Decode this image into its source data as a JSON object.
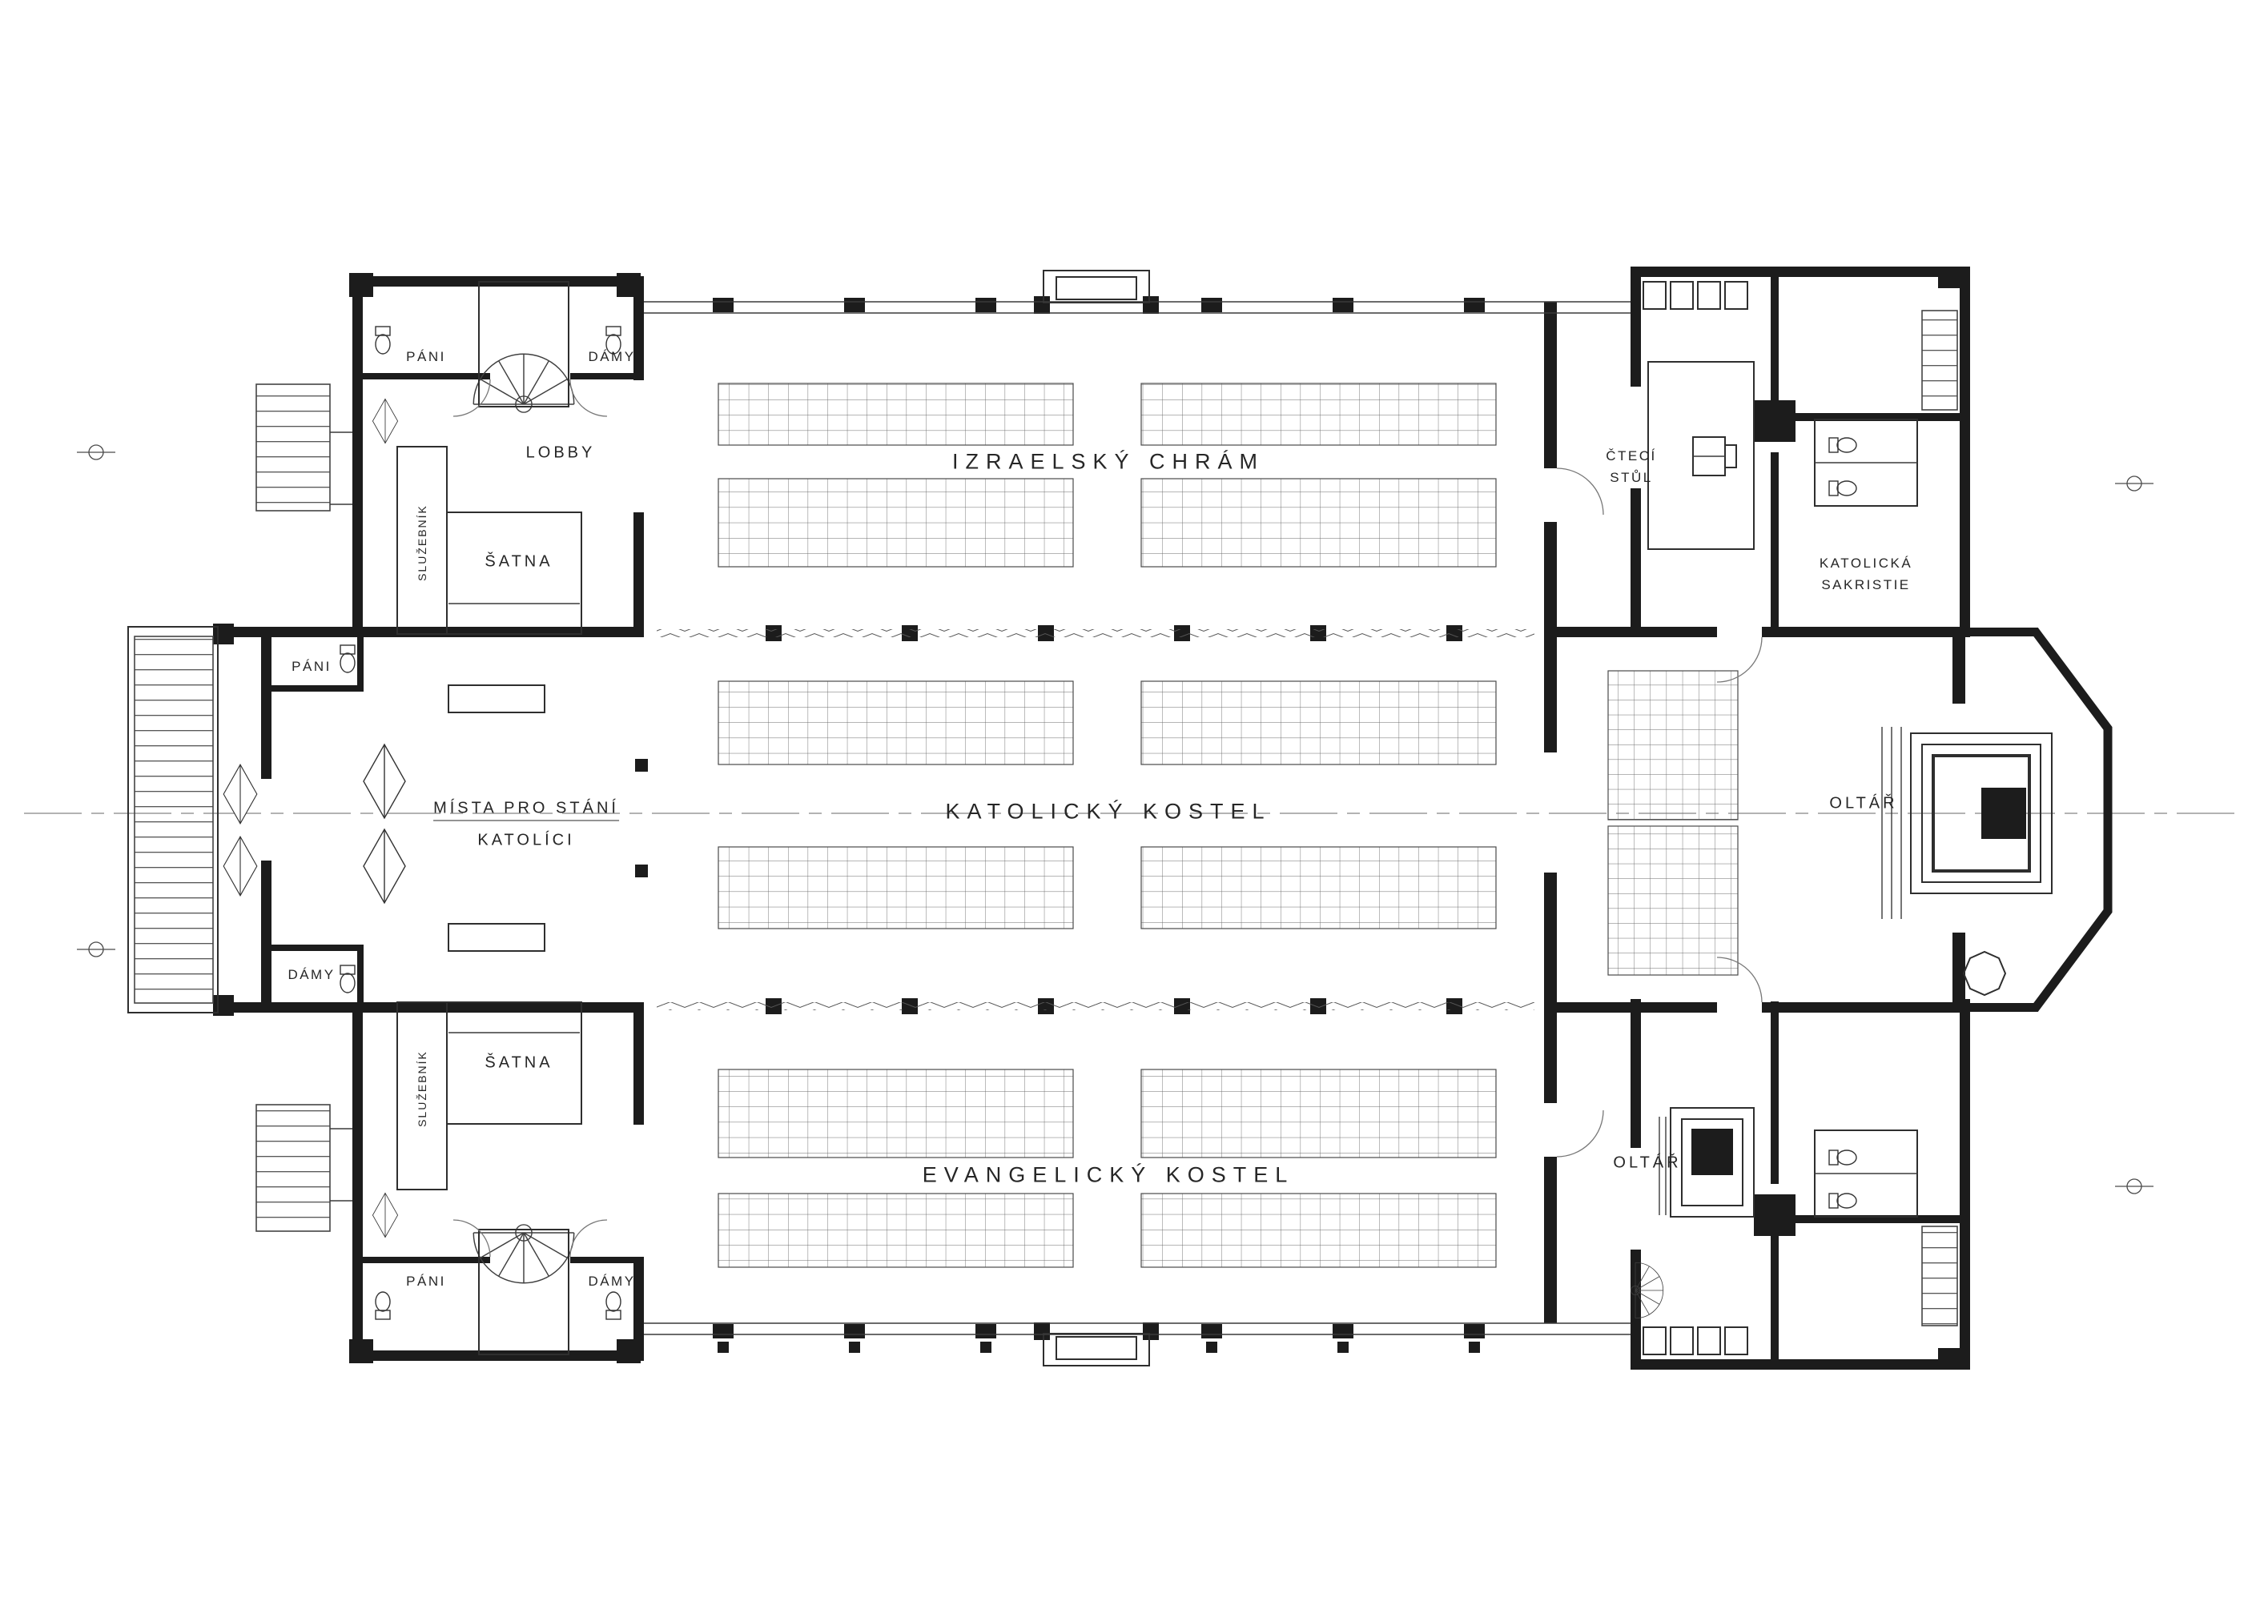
{
  "halls": {
    "izraelsky": "IZRAELSKÝ CHRÁM",
    "katolicky": "KATOLICKÝ KOSTEL",
    "evangelicky": "EVANGELICKÝ KOSTEL"
  },
  "west_wing": {
    "pani_top": "PÁNI",
    "damy_top": "DÁMY",
    "lobby": "LOBBY",
    "satna_top": "ŠATNA",
    "sluzebnik_top": "SLUŽEBNÍK",
    "pani_mid": "PÁNI",
    "mista_line1": "MÍSTA PRO STÁNÍ",
    "mista_line2": "KATOLÍCI",
    "damy_mid": "DÁMY",
    "sluzebnik_bottom": "SLUŽEBNÍK",
    "satna_bottom": "ŠATNA",
    "pani_bottom": "PÁNI",
    "damy_bottom": "DÁMY"
  },
  "east_wing": {
    "cteci_line1": "ČTECÍ",
    "cteci_line2": "STŮL",
    "sakristie_line1": "KATOLICKÁ",
    "sakristie_line2": "SAKRISTIE",
    "oltar_katolicky": "OLTÁŘ",
    "oltar_evangelicky": "OLTÁŘ"
  },
  "colors": {
    "ink": "#1c1c1c",
    "line": "#3a3a3a",
    "light": "#9a9a9a",
    "paper": "#ffffff"
  }
}
